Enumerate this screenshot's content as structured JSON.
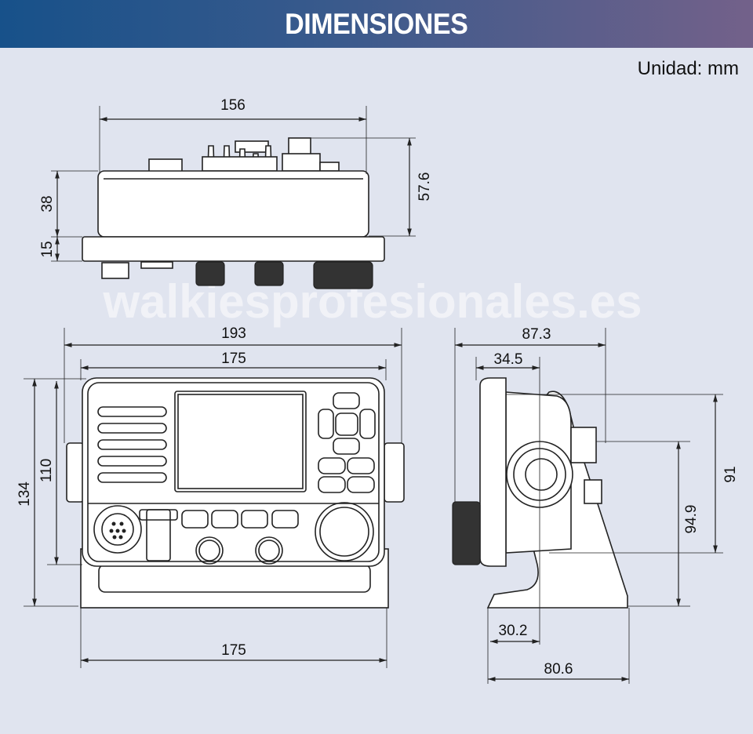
{
  "header": {
    "title": "DIMENSIONES"
  },
  "unit_label": "Unidad: mm",
  "watermark": "walkiesprofesionales.es",
  "top_view": {
    "width": "156",
    "height_total": "57.6",
    "height_body": "38",
    "height_base": "15"
  },
  "front_view": {
    "width_outer": "193",
    "width_inner": "175",
    "height_body": "110",
    "height_total": "134",
    "width_bottom": "175"
  },
  "side_view": {
    "depth_total": "87.3",
    "depth_front": "34.5",
    "height_pivot": "91",
    "height_bracket": "94.9",
    "base_offset": "30.2",
    "base_depth": "80.6"
  },
  "colors": {
    "header_start": "#17518a",
    "header_end": "#73618a",
    "background": "#e0e4ef"
  }
}
